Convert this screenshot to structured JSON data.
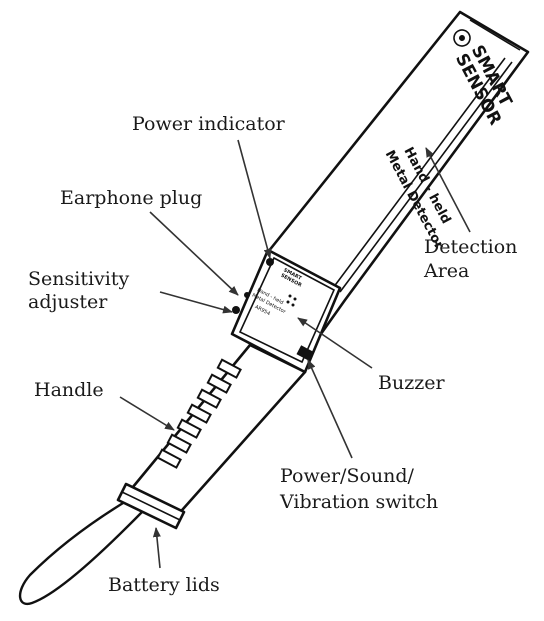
{
  "device": {
    "brand_line1": "SMART",
    "brand_line2": "SENSOR",
    "product_line1": "Hand - held",
    "product_line2": "Metal Detector",
    "panel_brand1": "SMART",
    "panel_brand2": "SENSOR",
    "panel_line1": "Hand - held",
    "panel_line2": "Metal Detector",
    "panel_model": "AR954"
  },
  "labels": {
    "power_indicator": "Power indicator",
    "earphone_plug": "Earphone plug",
    "sensitivity_line1": "Sensitivity",
    "sensitivity_line2": "adjuster",
    "handle": "Handle",
    "detection_line1": "Detection",
    "detection_line2": "Area",
    "buzzer": "Buzzer",
    "switch_line1": "Power/Sound/",
    "switch_line2": "Vibration switch",
    "battery_lids": "Battery lids"
  }
}
